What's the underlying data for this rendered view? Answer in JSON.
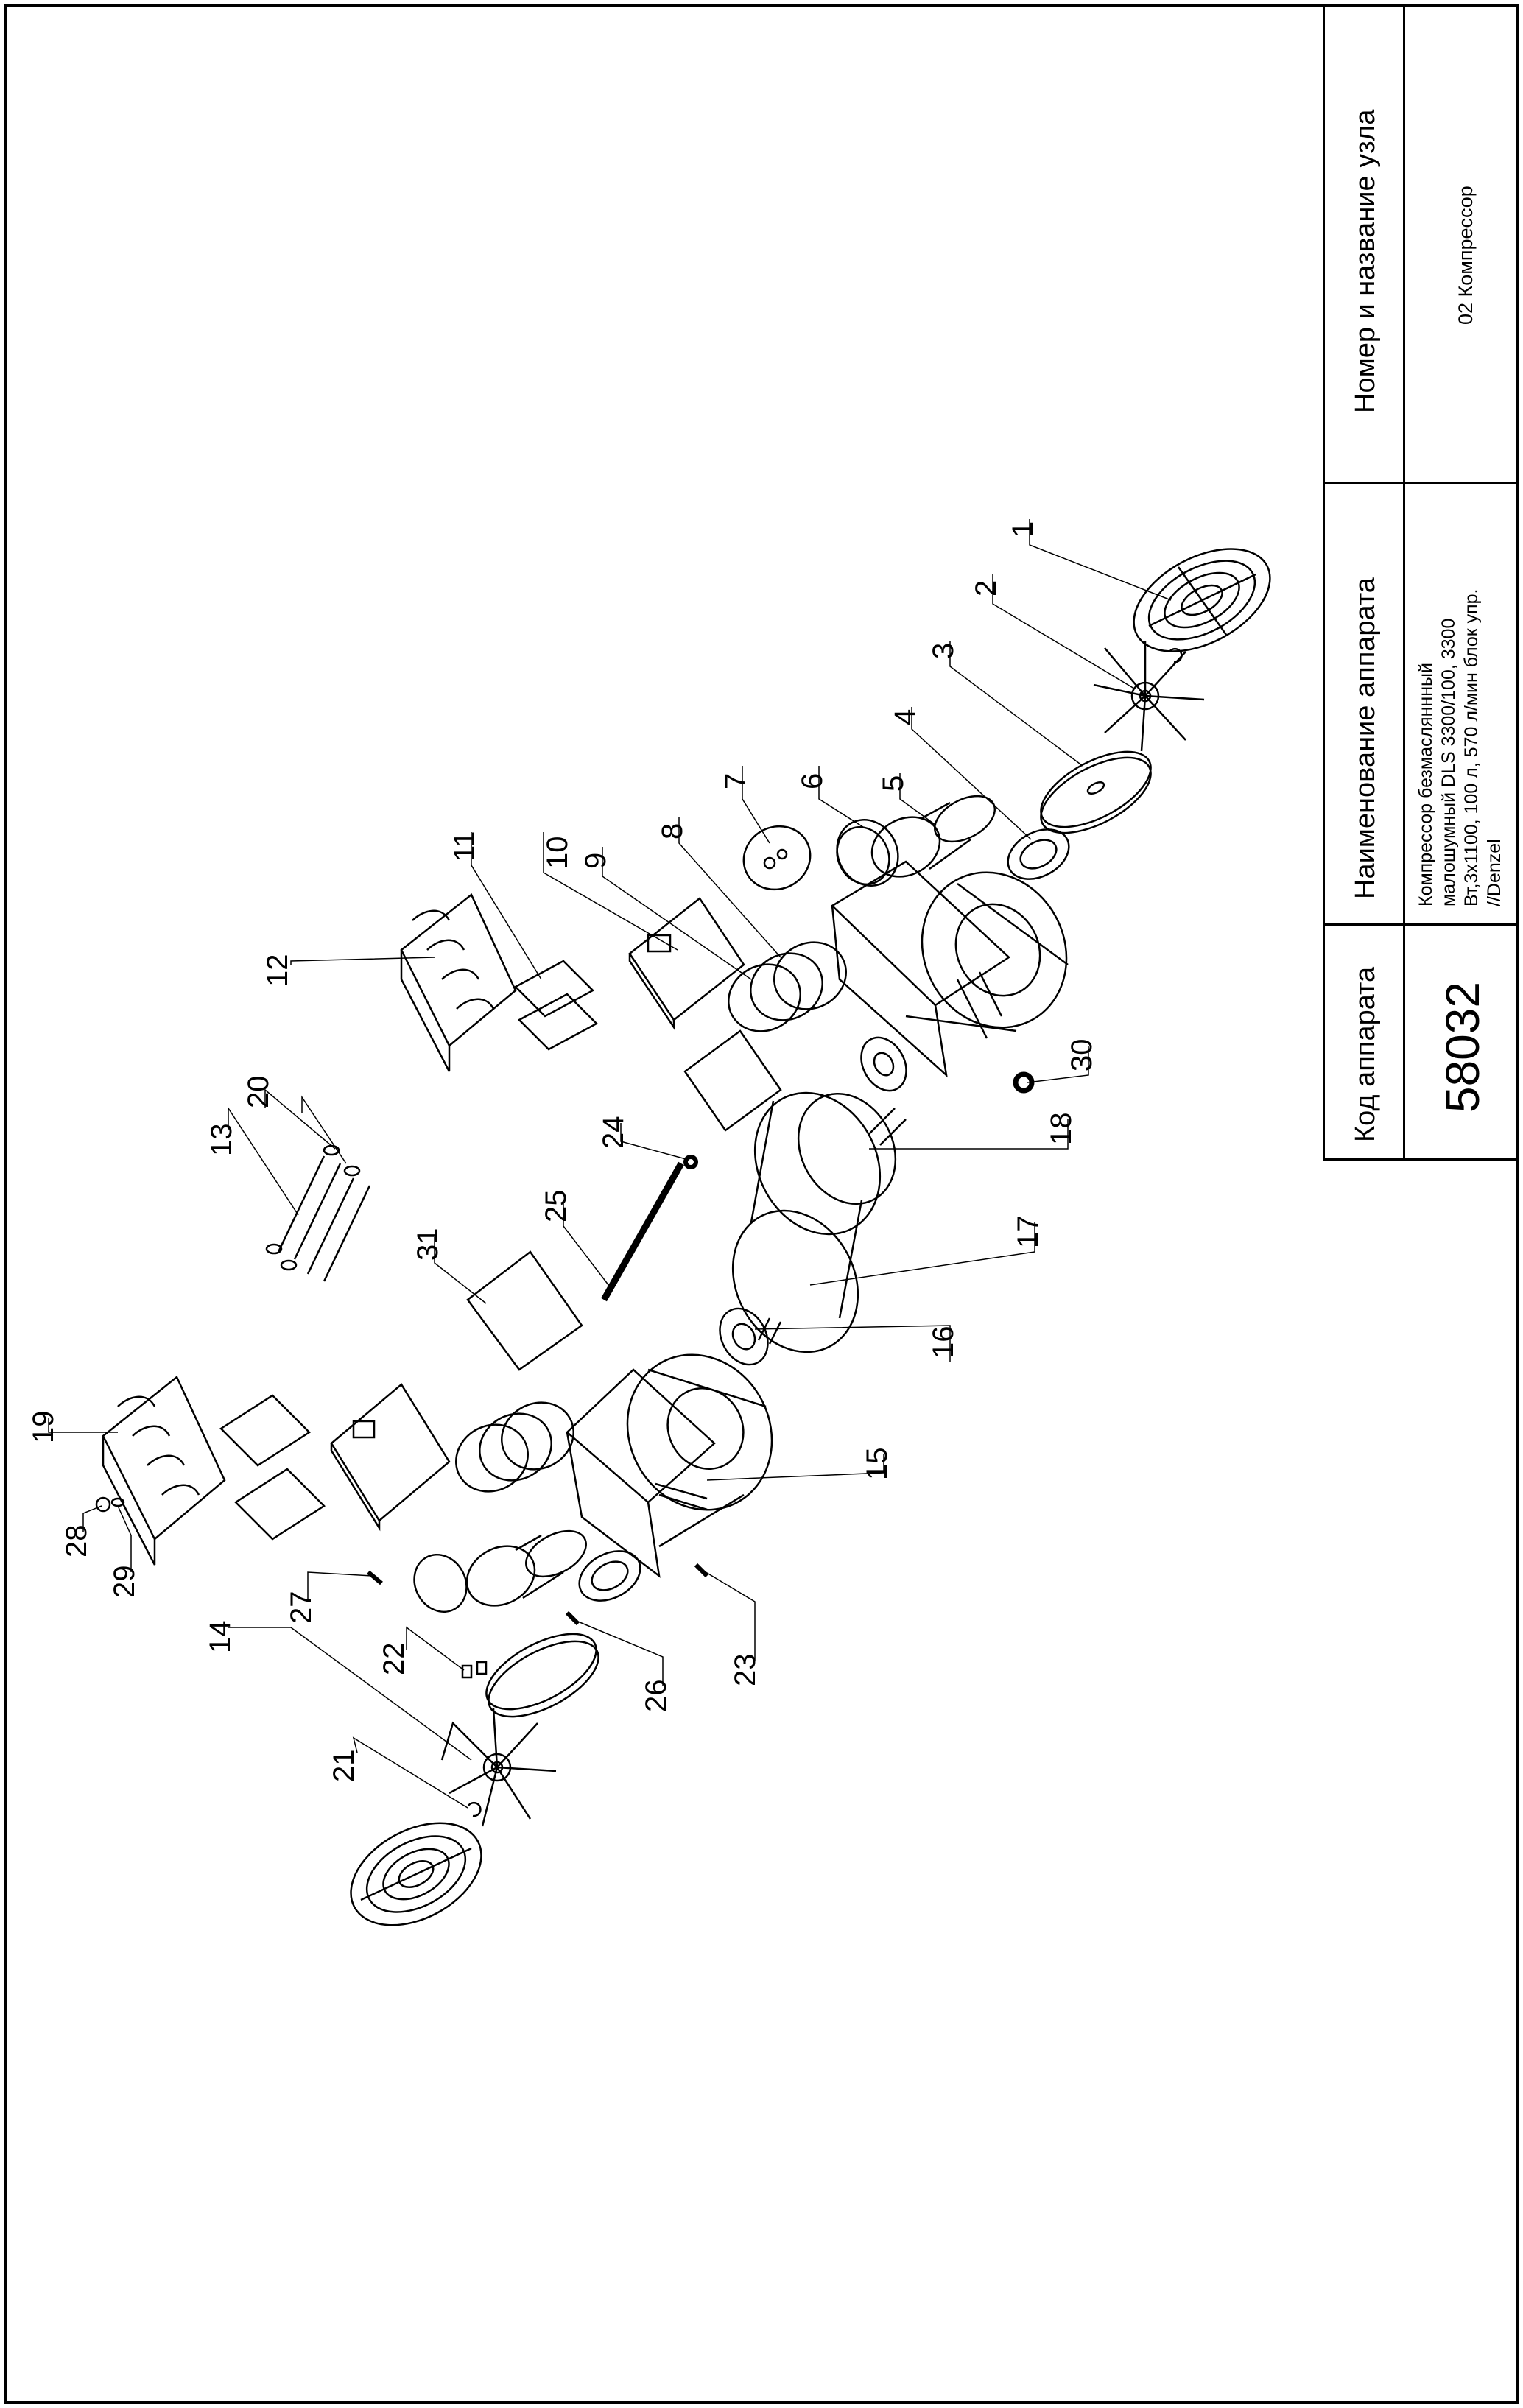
{
  "title_block": {
    "code_header": "Код аппарата",
    "code_value": "58032",
    "name_header": "Наименование аппарата",
    "name_value_lines": [
      "Компрессор безмасляннный",
      "малошумный DLS 3300/100, 3300",
      "Вт,3х1100, 100 л, 570 л/мин блок упр.",
      "//Denzel"
    ],
    "unit_header": "Номер и название узла",
    "unit_value": "02 Компрессор"
  },
  "callouts": [
    "1",
    "2",
    "3",
    "4",
    "5",
    "6",
    "7",
    "8",
    "9",
    "10",
    "11",
    "12",
    "13",
    "14",
    "15",
    "16",
    "17",
    "18",
    "19",
    "20",
    "21",
    "22",
    "23",
    "24",
    "25",
    "26",
    "27",
    "28",
    "29",
    "30",
    "31"
  ]
}
